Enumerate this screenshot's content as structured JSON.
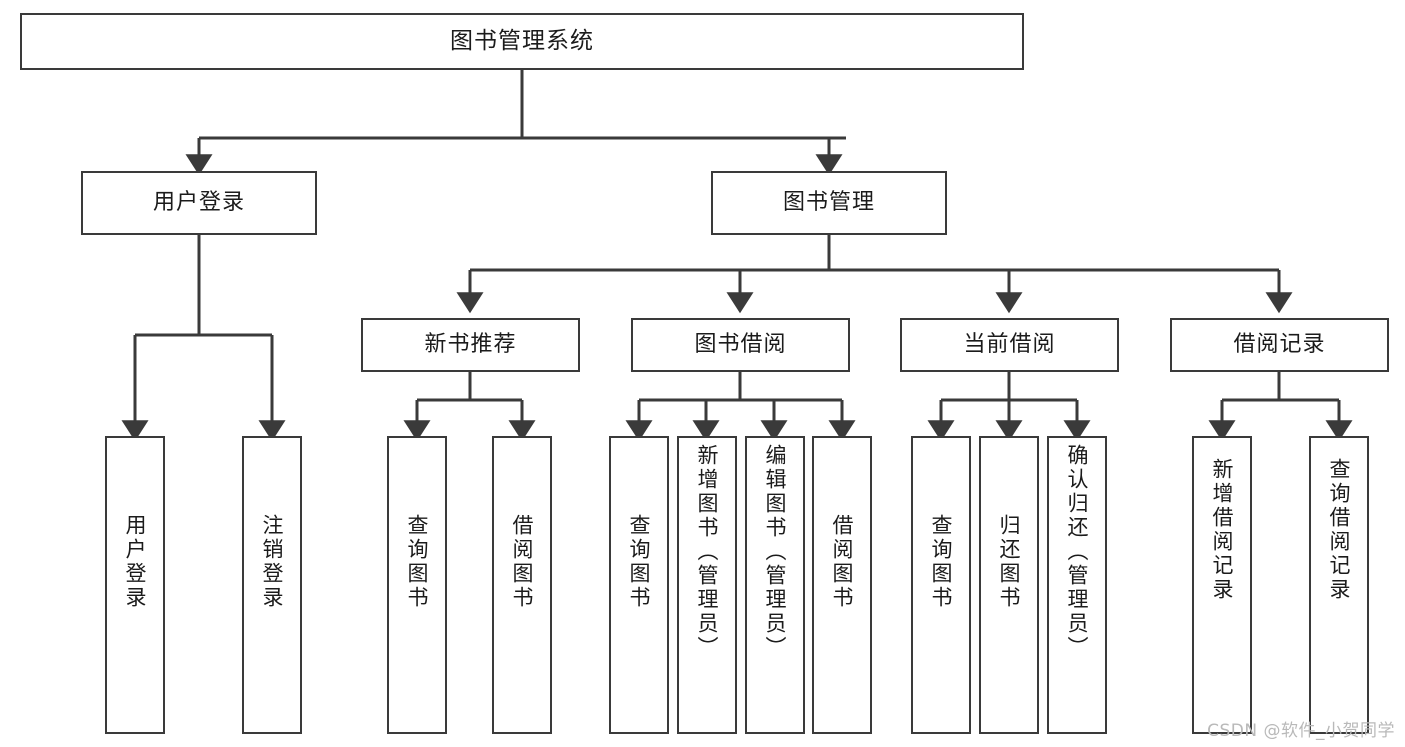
{
  "diagram": {
    "title": "图书管理系统",
    "type": "tree-hierarchy",
    "root": {
      "label": "图书管理系统"
    },
    "level2": [
      {
        "label": "用户登录"
      },
      {
        "label": "图书管理"
      }
    ],
    "level3": [
      {
        "label": "新书推荐"
      },
      {
        "label": "图书借阅"
      },
      {
        "label": "当前借阅"
      },
      {
        "label": "借阅记录"
      }
    ],
    "leaves": {
      "user_login": [
        {
          "label": "用户登录"
        },
        {
          "label": "注销登录"
        }
      ],
      "new_book_recommend": [
        {
          "label": "查询图书"
        },
        {
          "label": "借阅图书"
        }
      ],
      "book_borrow": [
        {
          "label": "查询图书"
        },
        {
          "label": "新增图书（管理员）"
        },
        {
          "label": "编辑图书（管理员）"
        },
        {
          "label": "借阅图书"
        }
      ],
      "current_borrow": [
        {
          "label": "查询图书"
        },
        {
          "label": "归还图书"
        },
        {
          "label": "确认归还（管理员）"
        }
      ],
      "borrow_record": [
        {
          "label": "新增借阅记录"
        },
        {
          "label": "查询借阅记录"
        }
      ]
    }
  },
  "watermark": {
    "text": "CSDN @软件_小贺同学"
  },
  "colors": {
    "stroke": "#3a3a3a",
    "text": "#1b1b1b",
    "background": "#ffffff",
    "watermark": "#b9b9b9"
  }
}
